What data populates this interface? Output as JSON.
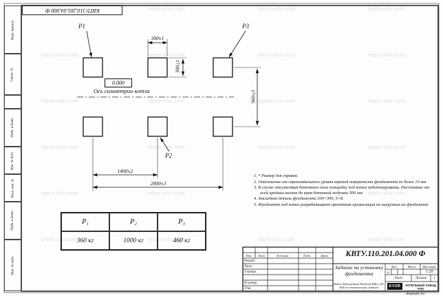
{
  "watermark": "teplo-sila.com",
  "stamp_top": "КВТУ.110.201.04.000 Ф",
  "margin_fields": [
    "Перв. примен.",
    "Справ. №",
    "Подп. и дата",
    "Инв. № дубл.",
    "Взам. инв. №",
    "Подп. и дата",
    "Инв. № подл."
  ],
  "drawing": {
    "callouts": {
      "p1": "Р1",
      "p2": "Р2",
      "p3": "Р3"
    },
    "level": "0.000",
    "axis": "Ось симметрии котла",
    "dims": {
      "w300": "300±1",
      "h300": "300±1",
      "v960": "960±3",
      "w1400": "1400±2",
      "w2800": "2800±3"
    }
  },
  "notes": [
    "1. * Размер для справок.",
    "2. Отклонение от горизонтального уровня верхней поверхности фундамента не более 10 мм.",
    "3. В случае отсутствия бетонного пола площадку под котел забетонировать. Расстояние от осей крайних колонн до края бетонной подушки 500 мм.",
    "4. Закладная деталь фундамента 300×300, S=8.",
    "5. Фундамент под котел разрабатывает проектная организация по нагрузкам на фундамент."
  ],
  "load_table": {
    "headers": [
      "Р₁",
      "Р₂",
      "Р₃"
    ],
    "values": [
      "360 кг",
      "1000 кг",
      "460 кг"
    ]
  },
  "title_block": {
    "doc": "КВТУ.110.201.04.000 Ф",
    "cols": {
      "izm": "Изм.",
      "list": "Лист",
      "docno": "№ докум.",
      "sign": "Подп.",
      "date": "Дата"
    },
    "rows": {
      "razrab": "Разраб.",
      "prov": "Пров.",
      "tkontr": "Т.контр.",
      "nkontr": "Н.контр.",
      "utv": "Утв."
    },
    "title": "Задание на установку фундамента",
    "subtitle": "Котел Водогрейный Heizkraft-КВр-1,28-К(К) по техническому заданию",
    "lit": "Лит.",
    "lit_val": "и",
    "mass": "Масса",
    "scale": "Масштаб",
    "scale_val": "1:20",
    "sheet": "Лист",
    "sheets": "Листов",
    "sheets_val": "1",
    "logo": "KVZR",
    "company": "КОТЕЛЬНЫЙ ЗАВОД РЭП",
    "format": "Формат А3"
  }
}
